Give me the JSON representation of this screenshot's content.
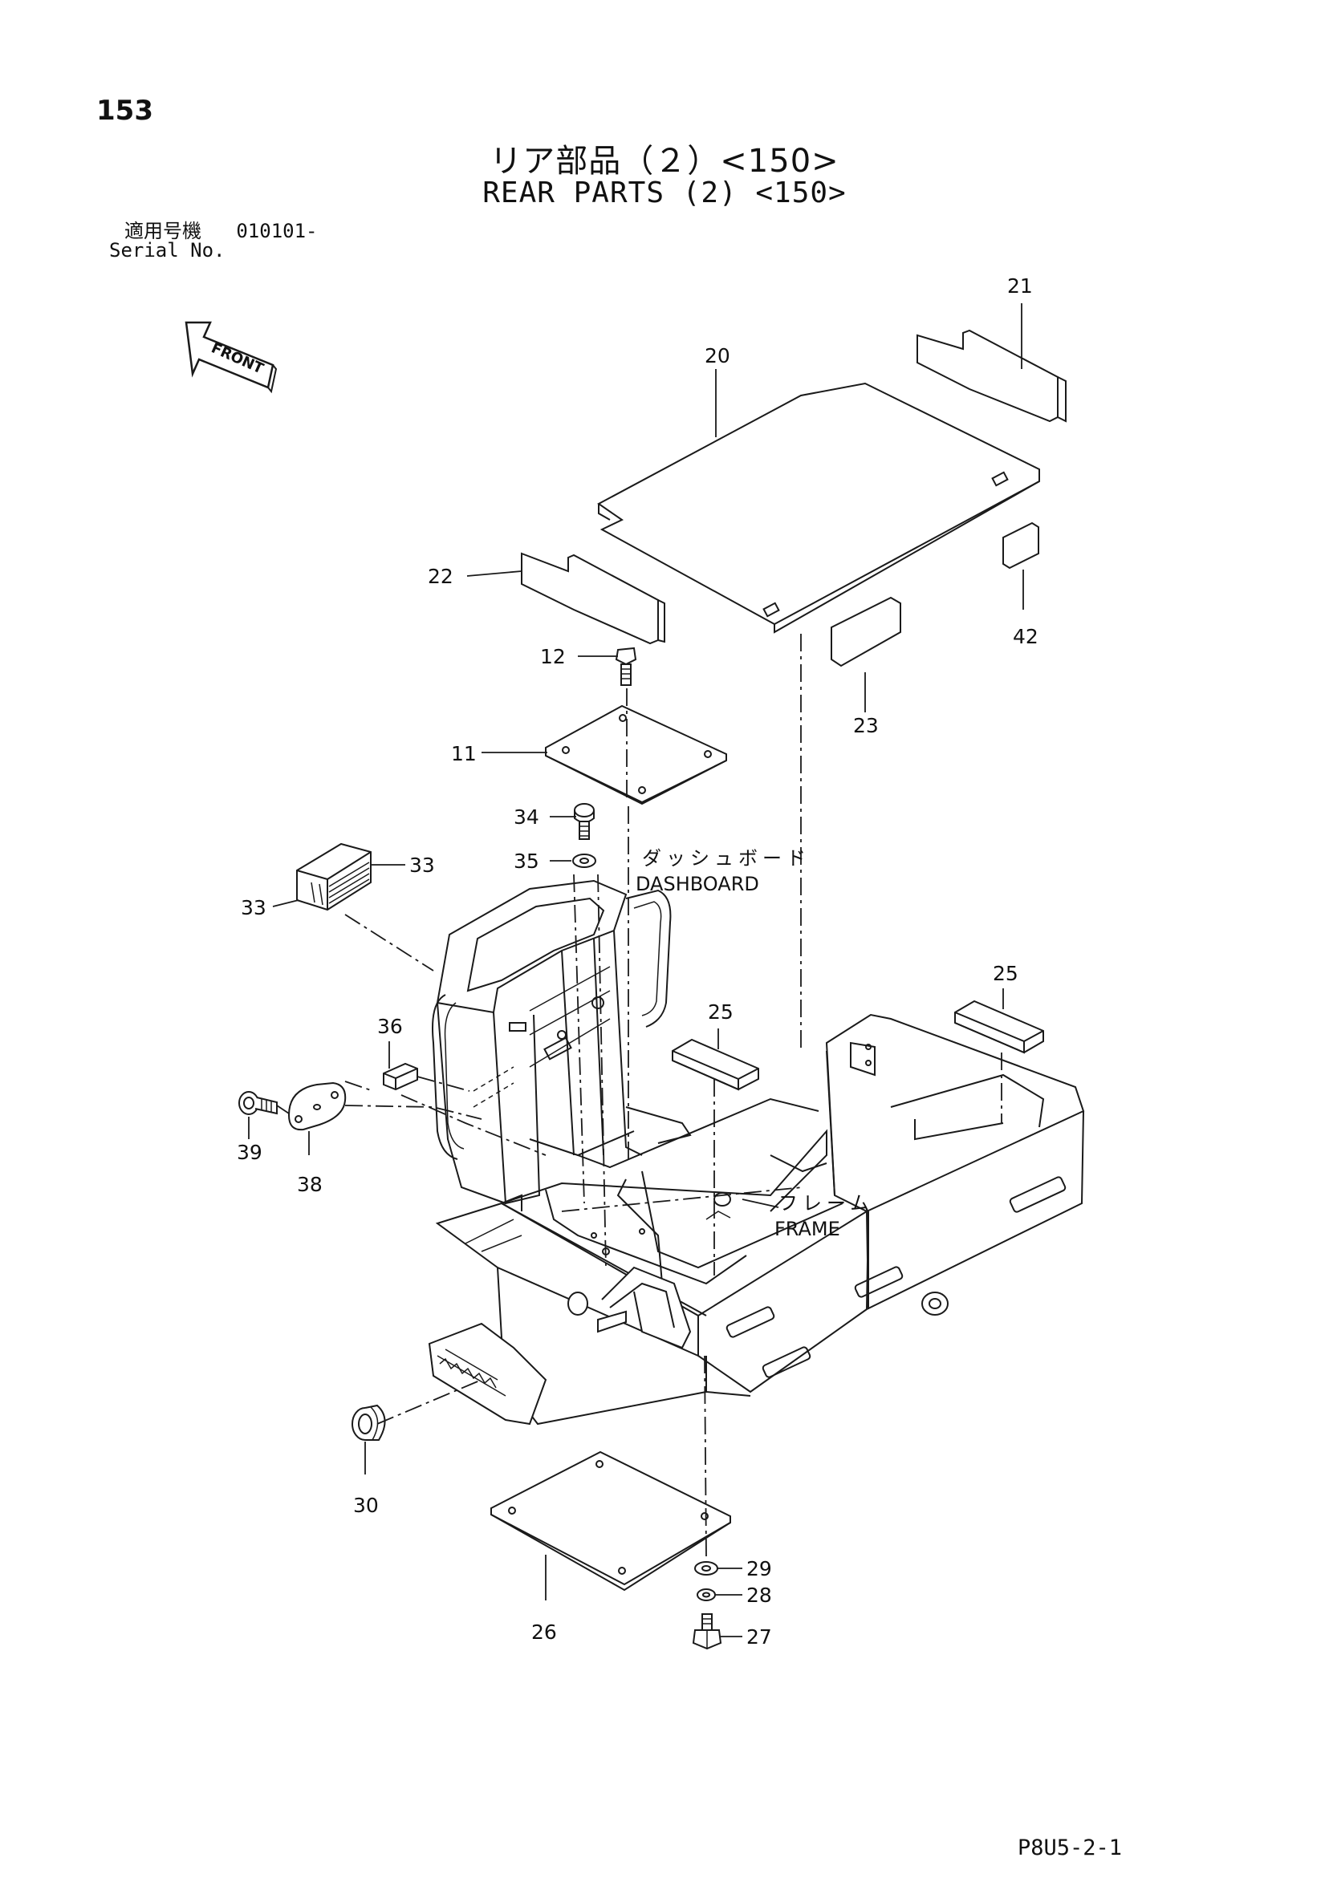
{
  "page_number": "153",
  "title_japanese": "リア部品（２）<150>",
  "title_english": "REAR PARTS (2) <150>",
  "serial_label_japanese": "適用号機",
  "serial_value": "010101-",
  "serial_label_english": "Serial No.",
  "front_label": "FRONT",
  "dashboard_label_japanese": "ダッシュボード",
  "dashboard_label_english": "DASHBOARD",
  "frame_label_japanese": "フレーム",
  "frame_label_english": "FRAME",
  "callouts": [
    "20",
    "21",
    "22",
    "12",
    "11",
    "23",
    "42",
    "34",
    "35",
    "33",
    "33",
    "25",
    "25",
    "36",
    "39",
    "38",
    "30",
    "26",
    "29",
    "28",
    "27"
  ],
  "drawing_code": "P8U5-2-1"
}
